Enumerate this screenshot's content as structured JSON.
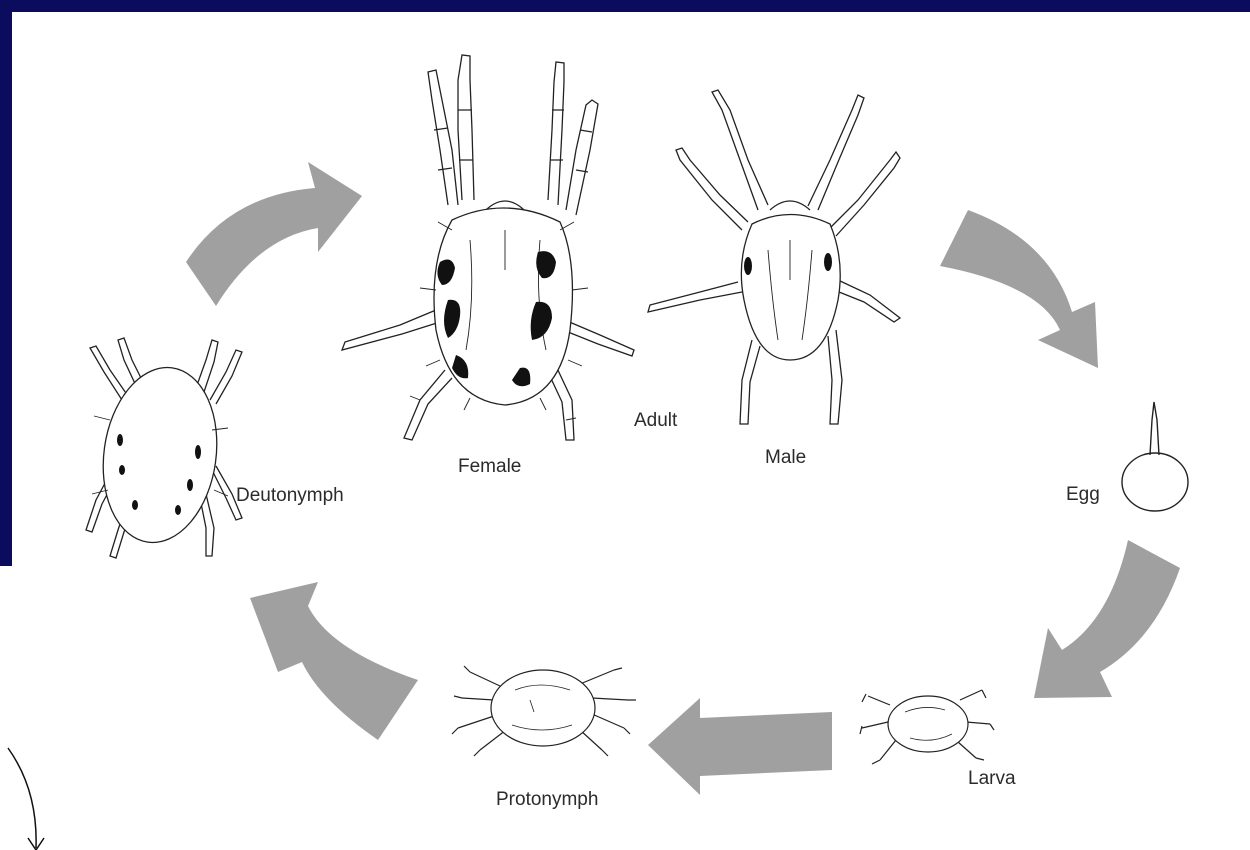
{
  "diagram": {
    "stages": {
      "adult": "Adult",
      "female": "Female",
      "male": "Male",
      "egg": "Egg",
      "larva": "Larva",
      "protonymph": "Protonymph",
      "deutonymph": "Deutonymph"
    },
    "colors": {
      "frame": "#0b0c5e",
      "arrow": "#a0a0a0",
      "line": "#222222"
    }
  }
}
